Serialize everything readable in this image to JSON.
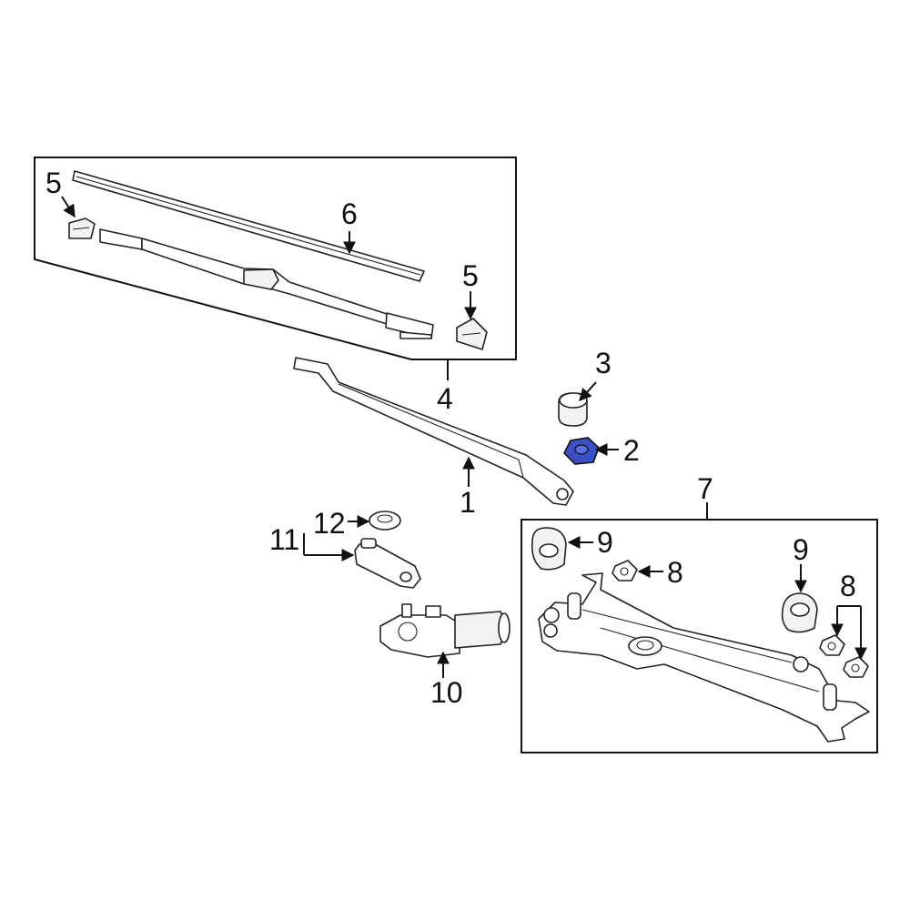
{
  "diagram": {
    "callouts": {
      "wiper_arm": "1",
      "nut": "2",
      "cap": "3",
      "blade_assembly": "4",
      "blade_clip_left": "5",
      "blade_clip_right": "5",
      "blade_refill": "6",
      "linkage_assembly": "7",
      "bushing_a": "8",
      "bushing_b": "8",
      "grommet_a": "9",
      "grommet_b": "9",
      "motor": "10",
      "crank_arm": "11",
      "seal": "12"
    },
    "colors": {
      "highlight": "#3a4fc4",
      "line": "#222222",
      "background": "#ffffff"
    }
  }
}
